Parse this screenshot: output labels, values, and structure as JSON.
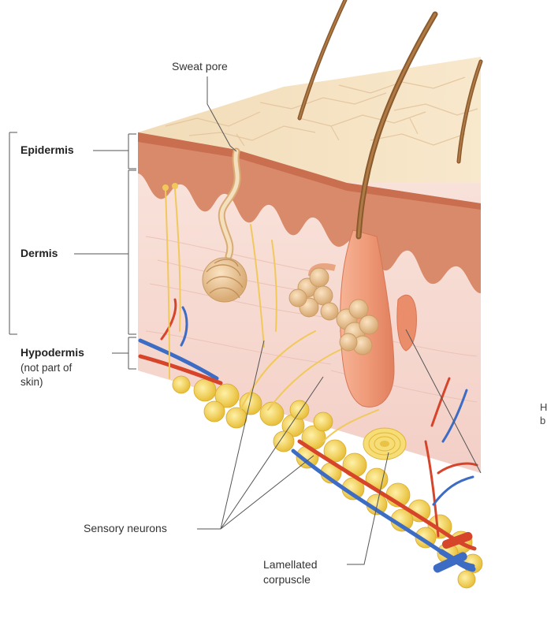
{
  "labels": {
    "sweat_pore": "Sweat pore",
    "epidermis": "Epidermis",
    "dermis": "Dermis",
    "hypodermis": "Hypodermis",
    "hypodermis_note_1": "(not part of",
    "hypodermis_note_2": "skin)",
    "sensory_neurons": "Sensory neurons",
    "lamellated_1": "Lamellated",
    "lamellated_2": "corpuscle",
    "cut_off_1": "H",
    "cut_off_2": "b"
  },
  "colors": {
    "epidermis_surface": "#f4dcbc",
    "epidermis_layer": "#d98a6a",
    "dermis": "#f7dcd4",
    "hypodermis_fat": "#f3d35a",
    "hair": "#8a5a2e",
    "follicle": "#ef9b7a",
    "gland": "#e6c49a",
    "artery": "#d6442a",
    "vein": "#3d6cc4",
    "nerve": "#f1c85a",
    "leader_line": "#555555"
  }
}
